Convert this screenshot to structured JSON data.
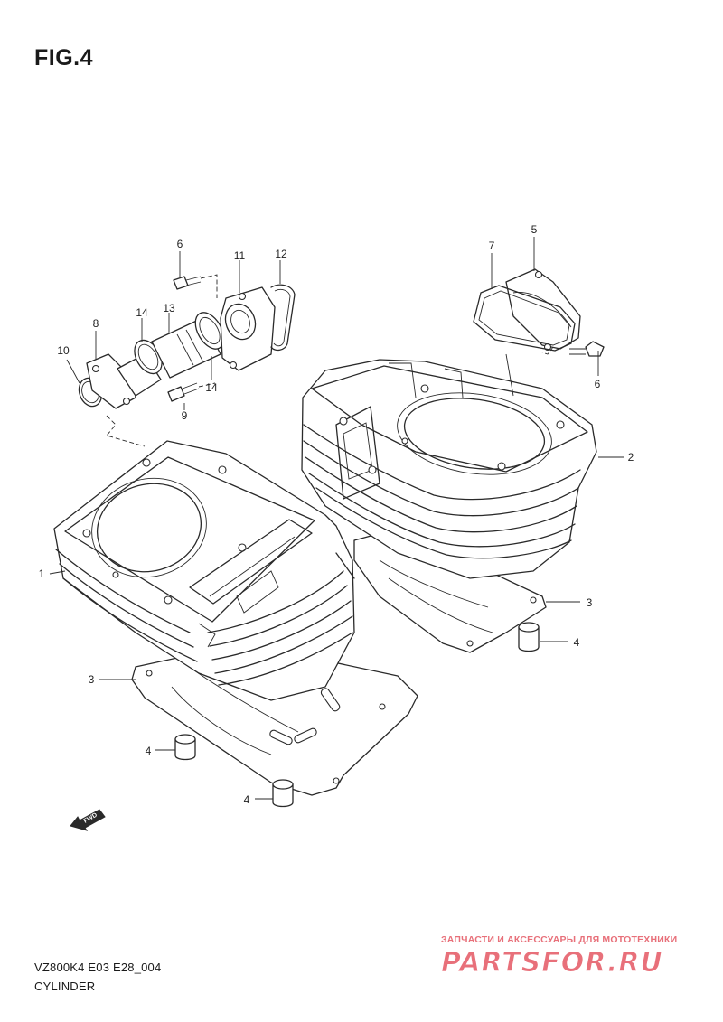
{
  "figure": {
    "title": "FIG.4"
  },
  "callouts": {
    "c1": "1",
    "c2": "2",
    "c3a": "3",
    "c3b": "3",
    "c4a": "4",
    "c4b": "4",
    "c4c": "4",
    "c5": "5",
    "c6a": "6",
    "c6b": "6",
    "c7": "7",
    "c8": "8",
    "c9": "9",
    "c10": "10",
    "c11": "11",
    "c12": "12",
    "c13": "13",
    "c14a": "14",
    "c14b": "14"
  },
  "fwd_marker": {
    "label": "FWD",
    "icon": "fwd-arrow-icon"
  },
  "footer": {
    "model_code": "VZ800K4 E03 E28_004",
    "section_name": "CYLINDER"
  },
  "watermark": {
    "tagline": "ЗАПЧАСТИ И АКСЕССУАРЫ ДЛЯ МОТОТЕХНИКИ",
    "logo": "PARTSFOR.RU",
    "color": "#e8707a"
  }
}
